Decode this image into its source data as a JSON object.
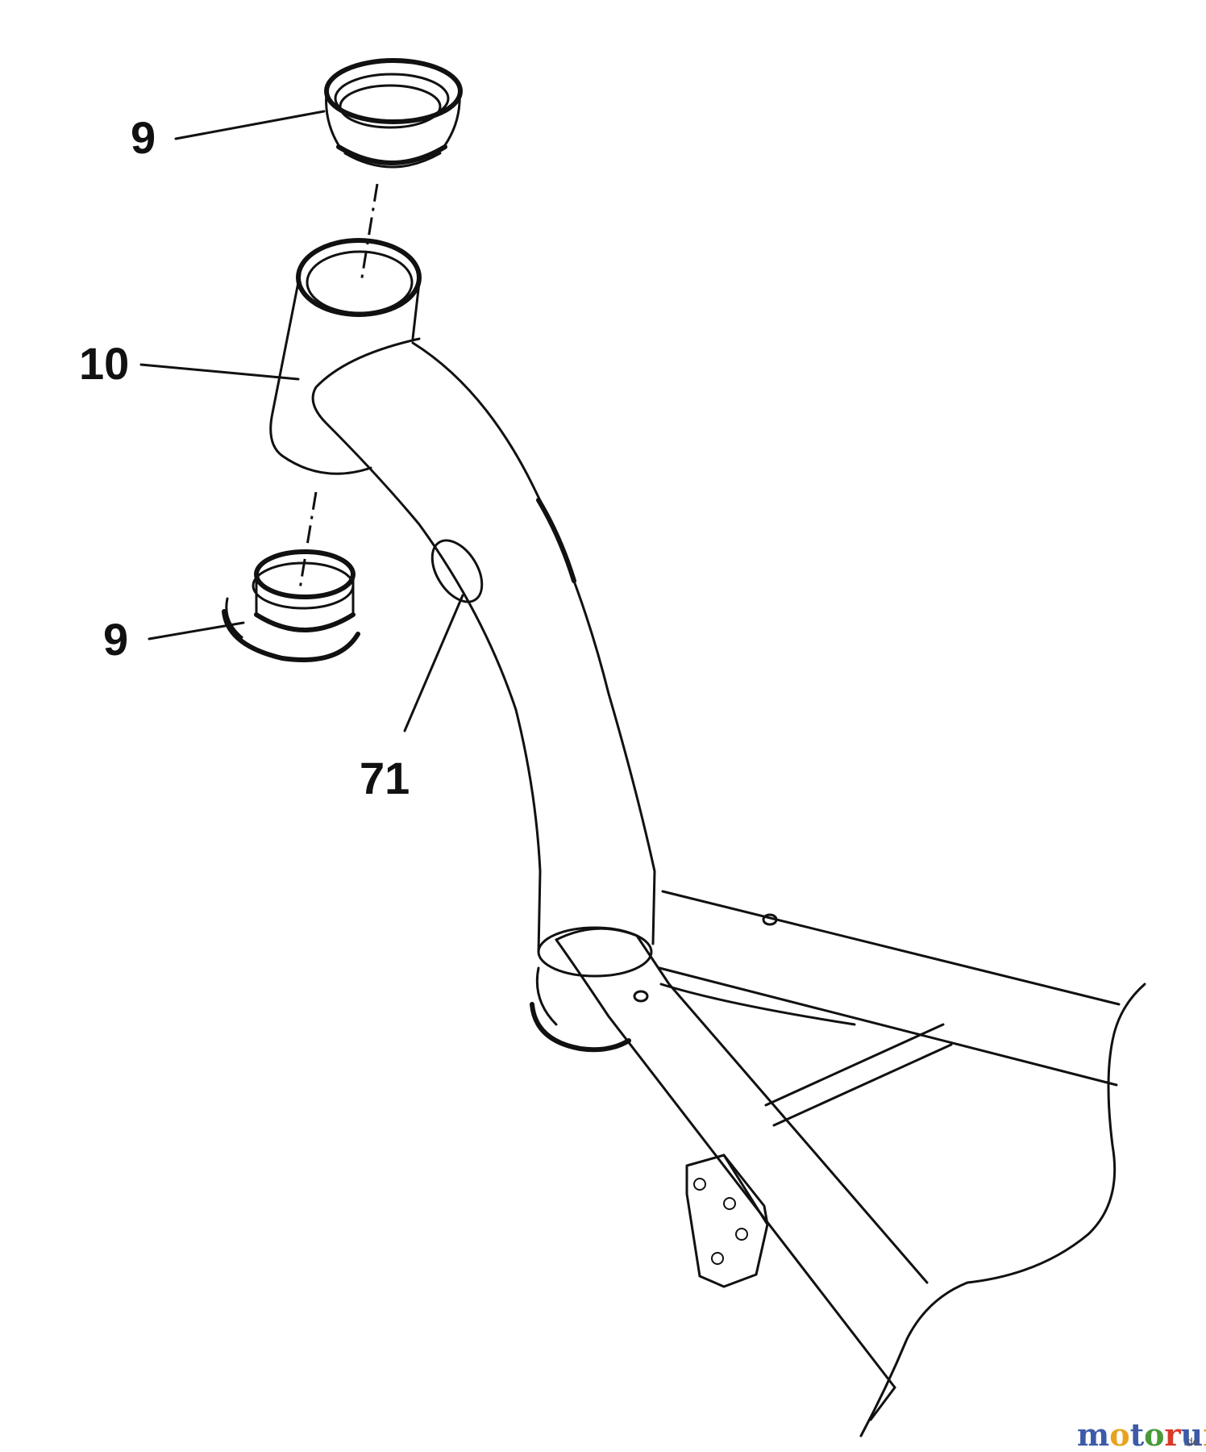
{
  "callouts": [
    {
      "id": "seal-ring-top",
      "label": "9"
    },
    {
      "id": "steering-tube",
      "label": "10"
    },
    {
      "id": "seal-ring-bottom",
      "label": "9"
    },
    {
      "id": "decal",
      "label": "71"
    }
  ],
  "watermark": {
    "letters": [
      "m",
      "o",
      "t",
      "o",
      "r",
      "u",
      "f"
    ],
    "letter_colors": [
      "#3d5aa8",
      "#e8a21c",
      "#3d5aa8",
      "#4a9a3c",
      "#d93a2b",
      "#3d5aa8",
      "#e8a21c"
    ],
    "suffix": ".de"
  }
}
